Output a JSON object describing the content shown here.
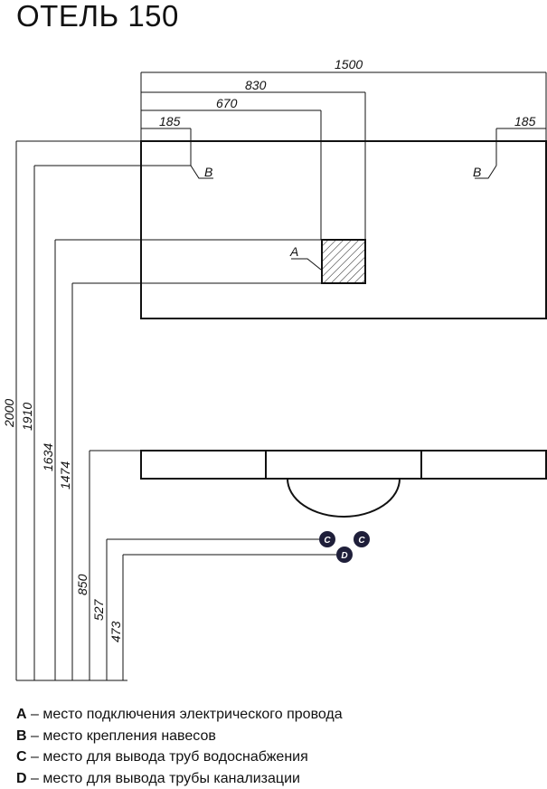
{
  "title": "ОТЕЛЬ 150",
  "dimensions": {
    "top": {
      "d1500": "1500",
      "d830": "830",
      "d670": "670",
      "d185_left": "185",
      "d185_right": "185"
    },
    "left": {
      "d2000": "2000",
      "d1910": "1910",
      "d1634": "1634",
      "d1474": "1474",
      "d850": "850",
      "d527": "527",
      "d473": "473"
    }
  },
  "callouts": {
    "a": "A",
    "b_left": "B",
    "b_right": "B",
    "c_left": "C",
    "c_right": "C",
    "d": "D"
  },
  "legend": [
    {
      "key": "A",
      "text": " – место подключения электрического провода"
    },
    {
      "key": "B",
      "text": " – место крепления навесов"
    },
    {
      "key": "C",
      "text": " – место для вывода труб водоснабжения"
    },
    {
      "key": "D",
      "text": " – место для вывода трубы канализации"
    }
  ],
  "colors": {
    "line": "#111111",
    "marker": "#1f1f3a"
  }
}
